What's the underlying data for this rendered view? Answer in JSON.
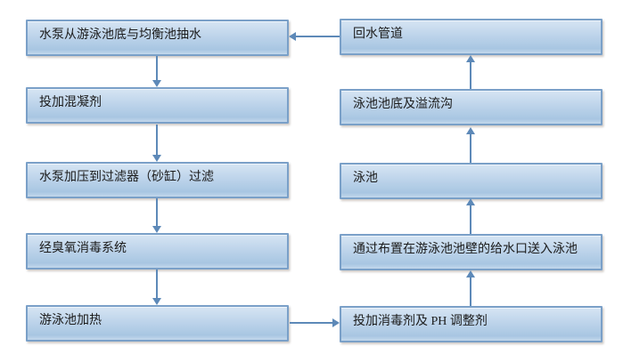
{
  "diagram_type": "flowchart",
  "nodes": [
    {
      "id": "pump-intake",
      "label": "水泵从游泳池底与均衡池抽水"
    },
    {
      "id": "add-coagulant",
      "label": "投加混凝剂"
    },
    {
      "id": "pressure-filter",
      "label": "水泵加压到过滤器（砂缸）过滤"
    },
    {
      "id": "ozone-system",
      "label": "经臭氧消毒系统"
    },
    {
      "id": "pool-heating",
      "label": "游泳池加热"
    },
    {
      "id": "return-pipe",
      "label": "回水管道"
    },
    {
      "id": "pool-bottom-overflow",
      "label": "泳池池底及溢流沟"
    },
    {
      "id": "pool",
      "label": "泳池"
    },
    {
      "id": "wall-inlet",
      "label": "通过布置在游泳池池壁的给水口送入泳池"
    },
    {
      "id": "add-disinfectant-ph",
      "label": "投加消毒剂及 PH 调整剂"
    }
  ],
  "edges": [
    {
      "from": "pump-intake",
      "to": "add-coagulant"
    },
    {
      "from": "add-coagulant",
      "to": "pressure-filter"
    },
    {
      "from": "pressure-filter",
      "to": "ozone-system"
    },
    {
      "from": "ozone-system",
      "to": "pool-heating"
    },
    {
      "from": "pool-heating",
      "to": "add-disinfectant-ph"
    },
    {
      "from": "add-disinfectant-ph",
      "to": "wall-inlet"
    },
    {
      "from": "wall-inlet",
      "to": "pool"
    },
    {
      "from": "pool",
      "to": "pool-bottom-overflow"
    },
    {
      "from": "pool-bottom-overflow",
      "to": "return-pipe"
    },
    {
      "from": "return-pipe",
      "to": "pump-intake"
    }
  ],
  "colors": {
    "box_border": "#7aa0c8",
    "box_fill_top": "#d6e5f3",
    "box_fill_bottom": "#a8c6e2",
    "arrow": "#5d89b8",
    "text": "#1c1c1c",
    "background": "#ffffff"
  }
}
